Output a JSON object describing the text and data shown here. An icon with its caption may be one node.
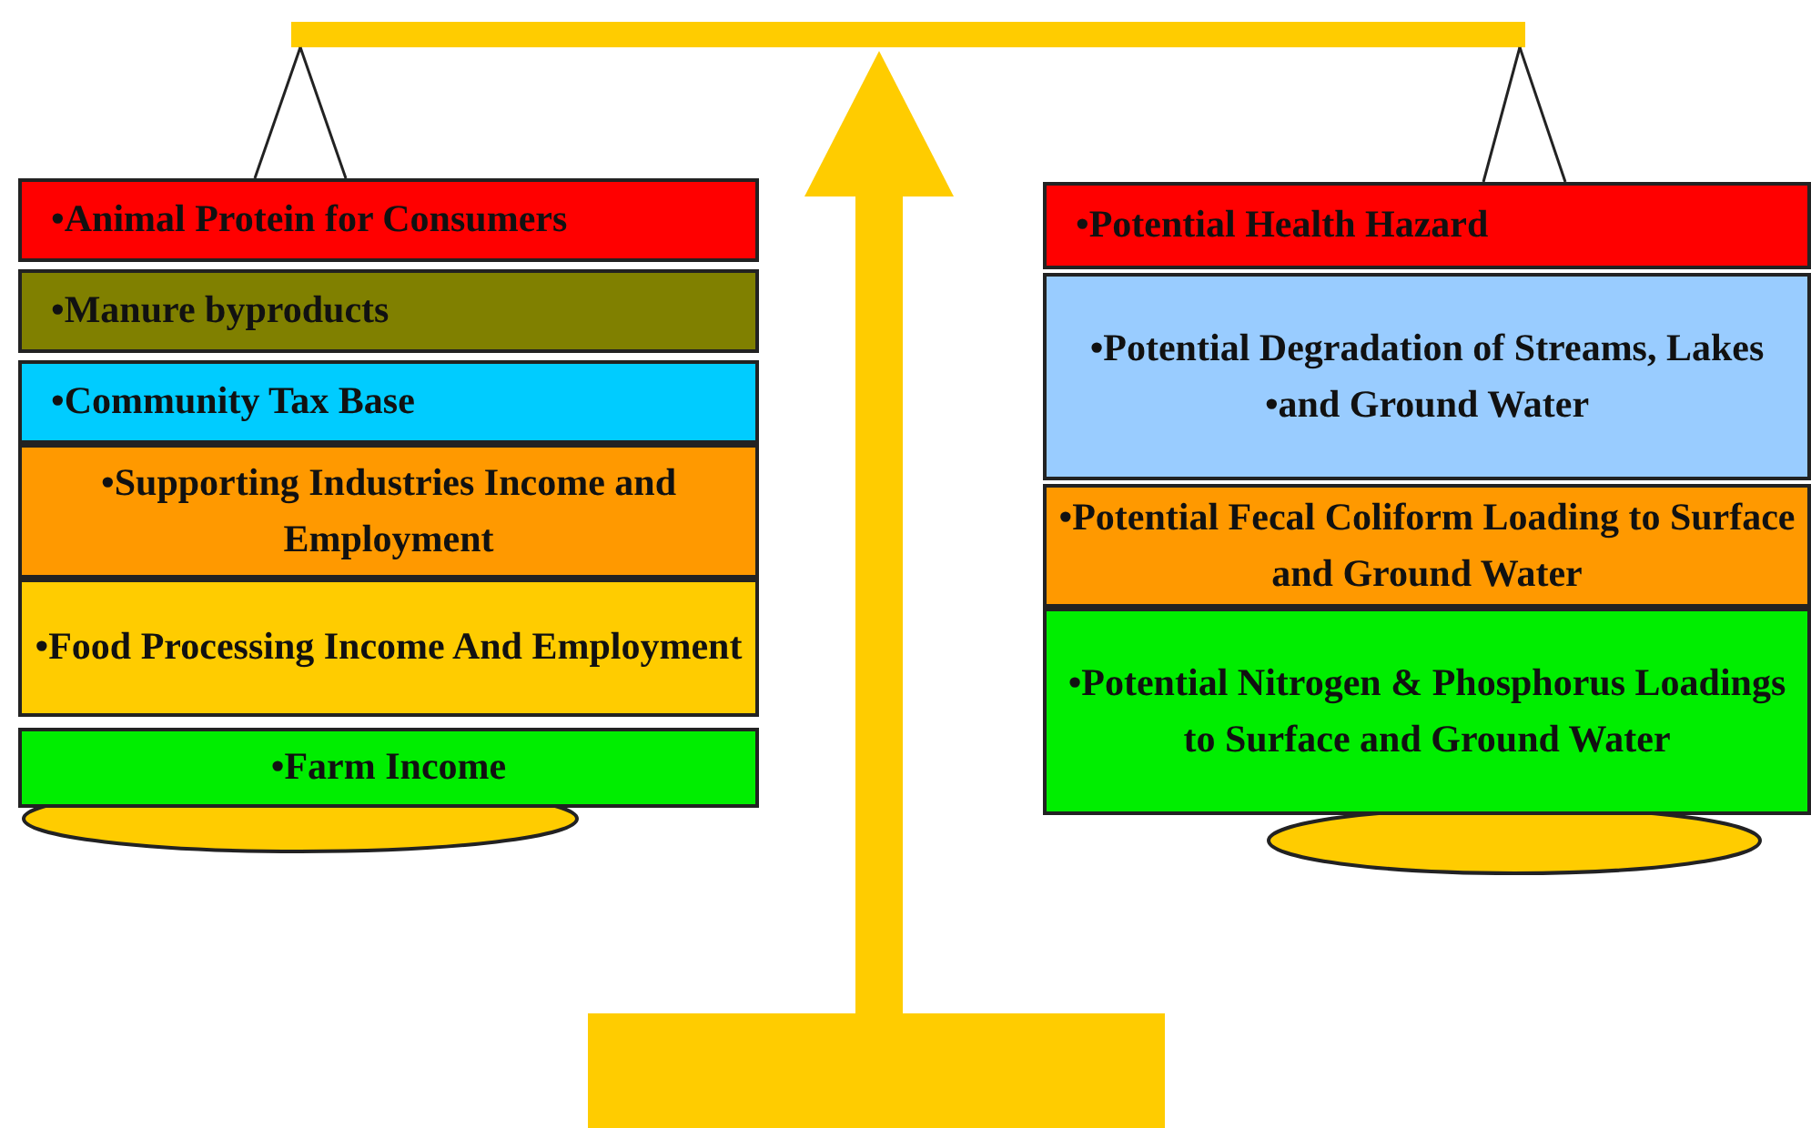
{
  "diagram": {
    "nodes": [
      {
        "text": [
          "•Animal Protein for Consumers"
        ]
      },
      {
        "text": [
          "•Manure byproducts"
        ]
      },
      {
        "text": [
          "•Community Tax Base"
        ]
      },
      {
        "text": [
          "•Supporting Industries Income and Employment"
        ]
      },
      {
        "text": [
          "•Food Processing Income And Employment"
        ]
      },
      {
        "text": [
          "•Farm Income"
        ]
      },
      {
        "text": [
          "•Potential Health Hazard"
        ]
      },
      {
        "text": [
          "•Potential Degradation of Streams, Lakes •and Ground Water"
        ]
      },
      {
        "text": [
          "•Potential Fecal Coliform Loading to Surface and Ground Water"
        ]
      },
      {
        "text": [
          "•Potential Nitrogen & Phosphorus Loadings to Surface and Ground Water"
        ]
      }
    ]
  }
}
